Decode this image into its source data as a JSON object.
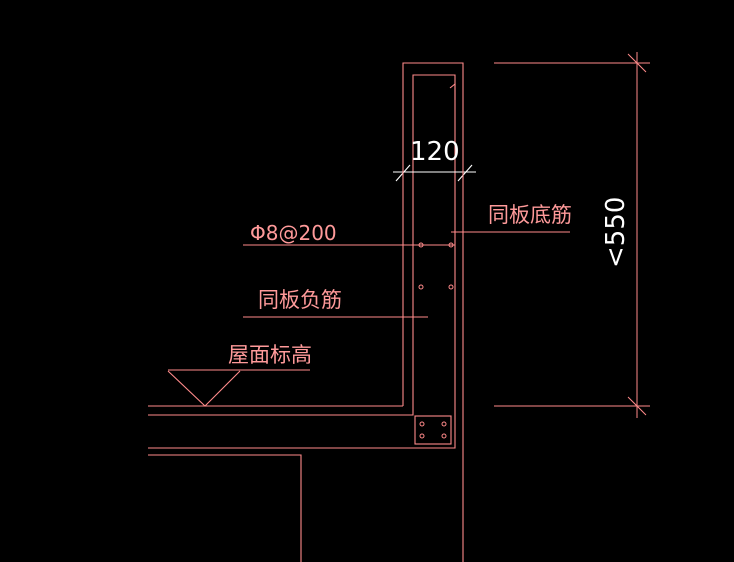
{
  "drawing": {
    "background": "#000000",
    "line_color": "#ff8a8a",
    "dimension_color": "#ffffff"
  },
  "labels": {
    "wall_width": "120",
    "rebar_spec": "Φ8@200",
    "slab_bottom_bar": "同板底筋",
    "slab_top_bar": "同板负筋",
    "roof_elevation": "屋面标高",
    "parapet_height": "<550"
  }
}
